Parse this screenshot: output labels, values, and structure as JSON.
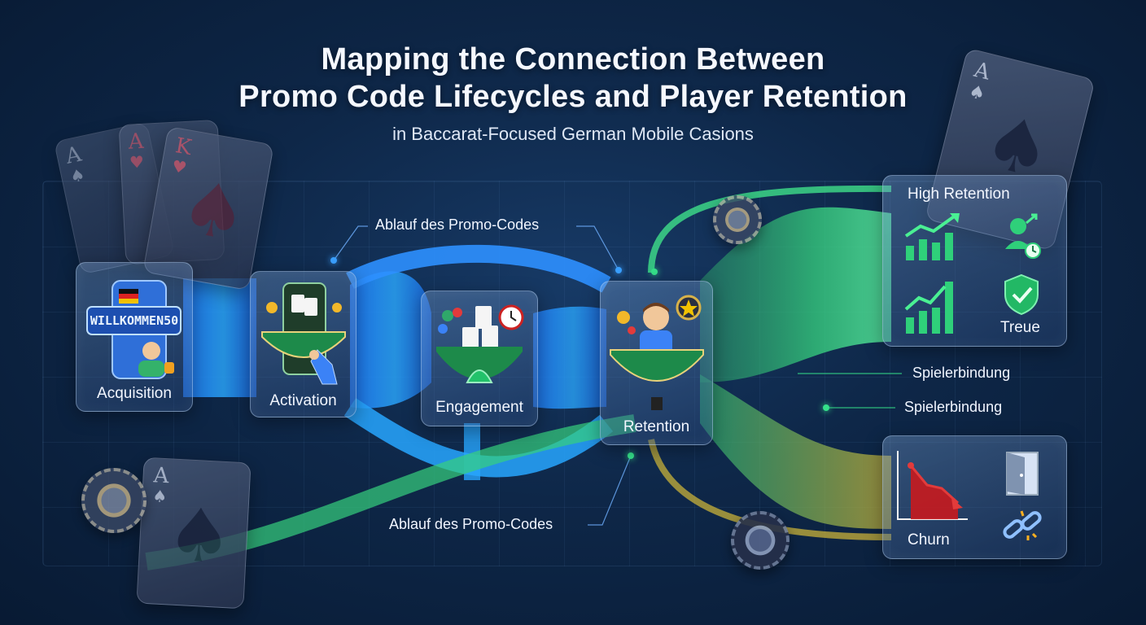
{
  "title": {
    "line1": "Mapping the Connection Between",
    "line2": "Promo Code Lifecycles and Player Retention",
    "subtitle": "in Baccarat-Focused German Mobile Casions"
  },
  "stages": {
    "acquisition": {
      "label": "Acquisition",
      "promo_code": "WILLKOMMEN50"
    },
    "activation": {
      "label": "Activation"
    },
    "engagement": {
      "label": "Engagement"
    },
    "retention": {
      "label": "Retention"
    }
  },
  "callouts": {
    "expiry_top": "Ablauf des Promo-Codes",
    "expiry_bottom": "Ablauf des Promo-Codes",
    "binding_1": "Spielerbindung",
    "binding_2": "Spielerbindung"
  },
  "outcomes": {
    "high": {
      "title": "High Retention",
      "loyalty_label": "Treue"
    },
    "churn": {
      "title": "Churn"
    }
  },
  "playing_cards": {
    "rank_a": "A",
    "rank_k": "K",
    "spade": "♠",
    "heart": "♥"
  },
  "colors": {
    "blue_flow": "#2f8cff",
    "green_flow": "#3ee08a",
    "churn_flow": "#c8b23a",
    "churn_chart": "#d8262b",
    "background": "#0e2748"
  }
}
